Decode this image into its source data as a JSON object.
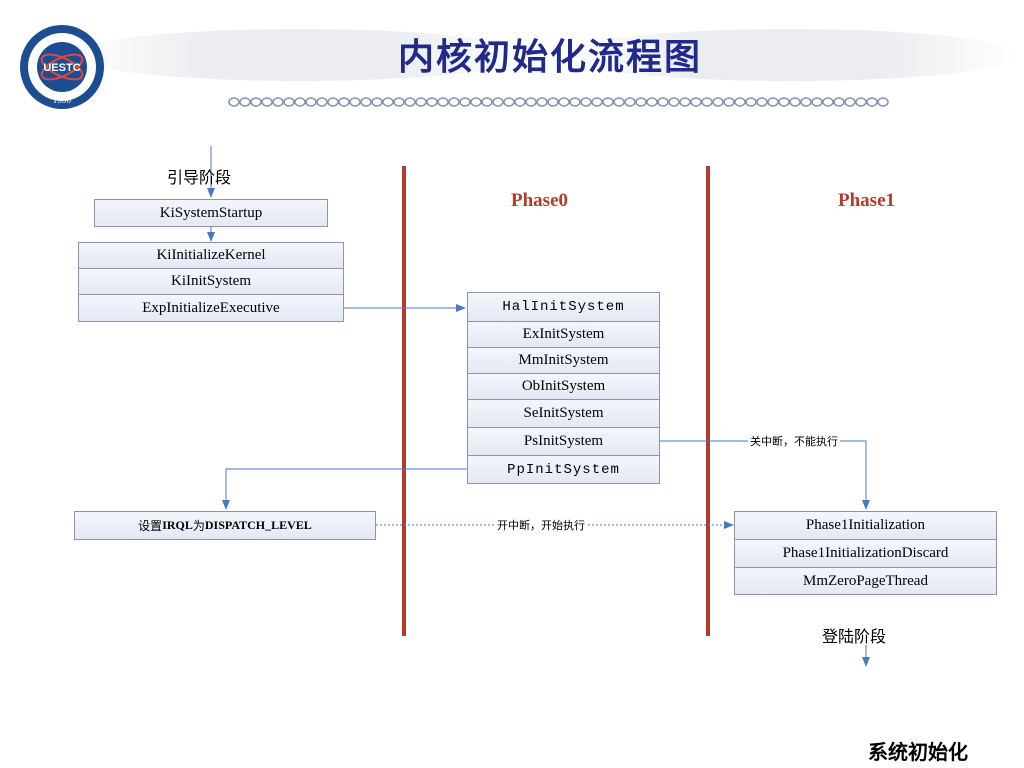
{
  "title": "内核初始化流程图",
  "footer": "系统初始化",
  "logo": {
    "text": "UESTC",
    "year": "1956"
  },
  "phases": {
    "phase0": "Phase0",
    "phase1": "Phase1"
  },
  "labels": {
    "boot": "引导阶段",
    "login": "登陆阶段"
  },
  "boot_stack": {
    "startup": "KiSystemStartup",
    "items": [
      "KiInitializeKernel",
      "KiInitSystem",
      "ExpInitializeExecutive"
    ]
  },
  "phase0_stack": [
    "HalInitSystem",
    "ExInitSystem",
    "MmInitSystem",
    "ObInitSystem",
    "SeInitSystem",
    "PsInitSystem",
    "PpInitSystem"
  ],
  "irql_box": {
    "prefix": "设置",
    "irql": "IRQL",
    "mid": "为",
    "level": "DISPATCH_LEVEL"
  },
  "phase1_stack": [
    "Phase1Initialization",
    "Phase1InitializationDiscard",
    "MmZeroPageThread"
  ],
  "notes": {
    "disable_interrupts": "关中断，不能执行",
    "enable_interrupts": "开中断，开始执行"
  },
  "colors": {
    "title": "#1f2a8c",
    "divider": "#b23b2e",
    "arrow": "#4a78c8",
    "phase": "#b23b2e"
  }
}
